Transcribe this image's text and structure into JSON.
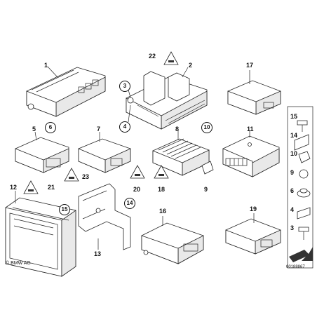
{
  "labels": {
    "p1": "1",
    "p2": "2",
    "p3": "3",
    "p4": "4",
    "p5": "5",
    "p6": "6",
    "p7": "7",
    "p8": "8",
    "p9": "9",
    "p10": "10",
    "p11": "11",
    "p12": "12",
    "p13": "13",
    "p14": "14",
    "p15": "15",
    "p16": "16",
    "p17": "17",
    "p18": "18",
    "p19": "19",
    "p20": "20",
    "p21": "21",
    "p22": "22",
    "p23": "23"
  },
  "sidebar": {
    "items": [
      "15",
      "14",
      "10",
      "9",
      "6",
      "4",
      "3"
    ]
  },
  "footer": {
    "copyright": "© BMW AG",
    "image_number": "00188867"
  }
}
